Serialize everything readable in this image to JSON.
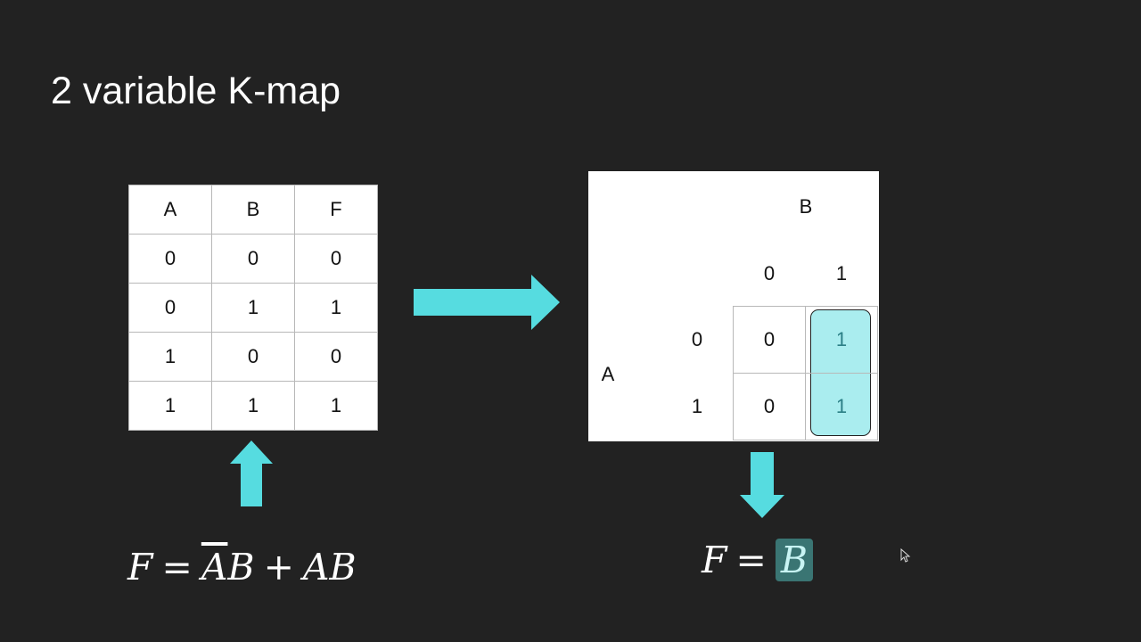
{
  "slide": {
    "title": "2 variable K-map"
  },
  "truth_table": {
    "headers": [
      "A",
      "B",
      "F"
    ],
    "rows": [
      [
        "0",
        "0",
        "0"
      ],
      [
        "0",
        "1",
        "1"
      ],
      [
        "1",
        "0",
        "0"
      ],
      [
        "1",
        "1",
        "1"
      ]
    ]
  },
  "kmap": {
    "col_var": "B",
    "row_var": "A",
    "col_values": [
      "0",
      "1"
    ],
    "row_values": [
      "0",
      "1"
    ],
    "cells": [
      [
        "0",
        "1"
      ],
      [
        "0",
        "1"
      ]
    ]
  },
  "equations": {
    "left": {
      "lhs": "F",
      "eq": "=",
      "t1a": "A",
      "t1b": "B",
      "plus": "+",
      "t2": "AB"
    },
    "right": {
      "lhs": "F",
      "eq": "=",
      "result": "B"
    }
  },
  "colors": {
    "background": "#222222",
    "accent": "#56dce0",
    "group_fill": "#a9ecee",
    "result_highlight": "#3a7573"
  },
  "icons": [
    "arrow-right-icon",
    "arrow-up-icon",
    "arrow-down-icon",
    "mouse-cursor-icon"
  ]
}
